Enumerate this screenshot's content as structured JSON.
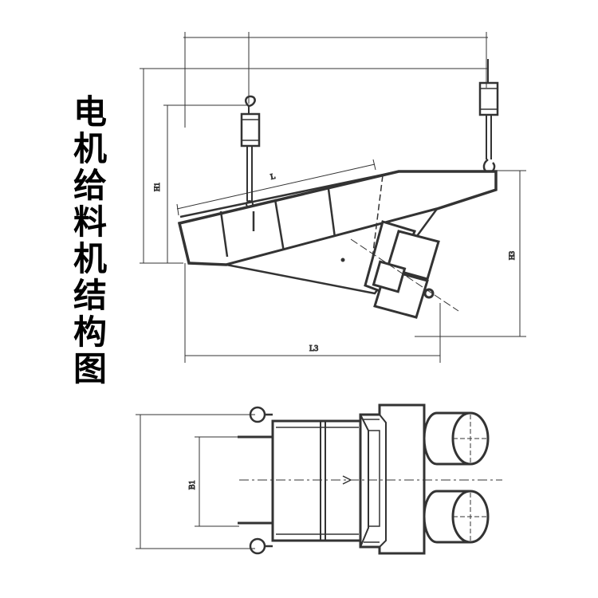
{
  "title_chars": [
    "电",
    "机",
    "给",
    "料",
    "机",
    "结",
    "构",
    "图"
  ],
  "dimensions": {
    "L": "L",
    "L3": "L3",
    "H1": "H1",
    "H3": "H3",
    "B1": "B1"
  },
  "colors": {
    "ink": "#333333",
    "background": "#ffffff"
  }
}
